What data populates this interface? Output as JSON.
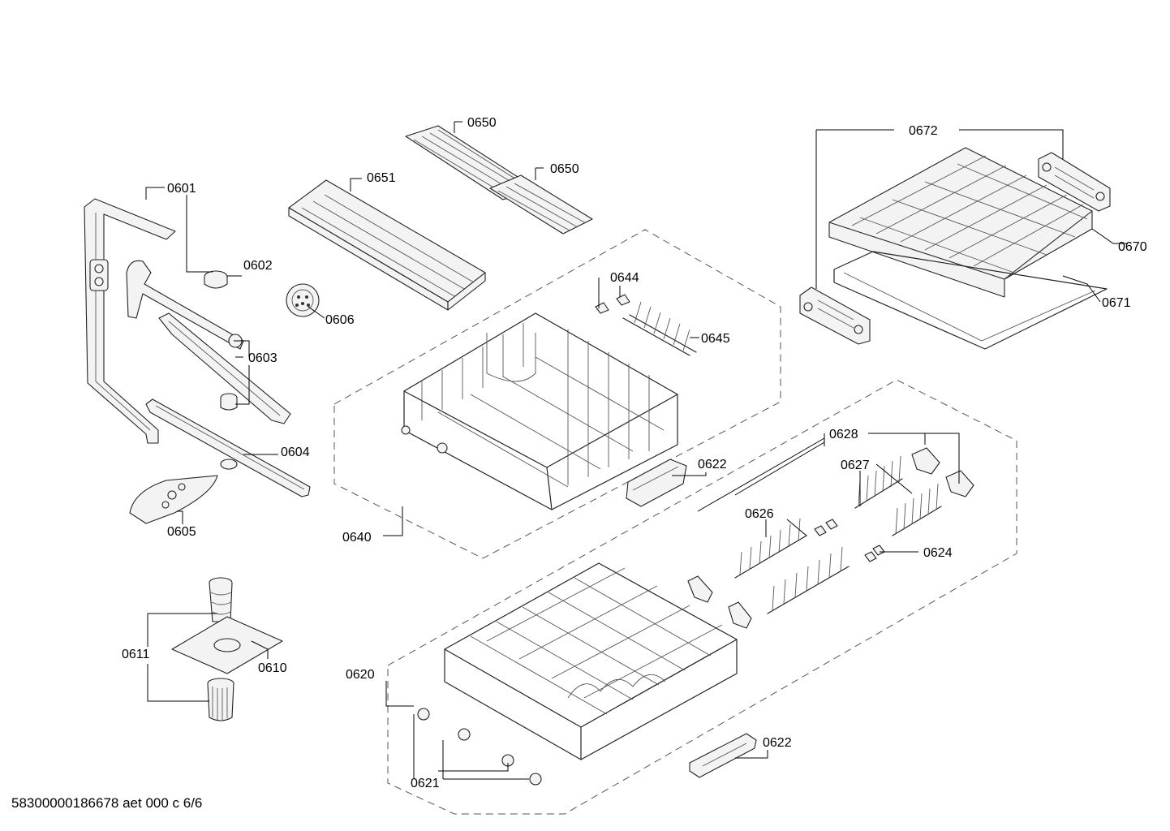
{
  "diagram": {
    "labels": {
      "l0601": "0601",
      "l0602": "0602",
      "l0603": "0603",
      "l0604": "0604",
      "l0605": "0605",
      "l0606": "0606",
      "l0610": "0610",
      "l0611": "0611",
      "l0620": "0620",
      "l0621": "0621",
      "l0622a": "0622",
      "l0622b": "0622",
      "l0624": "0624",
      "l0626": "0626",
      "l0627": "0627",
      "l0628": "0628",
      "l0640": "0640",
      "l0644": "0644",
      "l0645": "0645",
      "l0650a": "0650",
      "l0650b": "0650",
      "l0651": "0651",
      "l0670": "0670",
      "l0671": "0671",
      "l0672": "0672"
    }
  },
  "footer": {
    "code": "58300000186678 aet 000 c 6/6"
  }
}
